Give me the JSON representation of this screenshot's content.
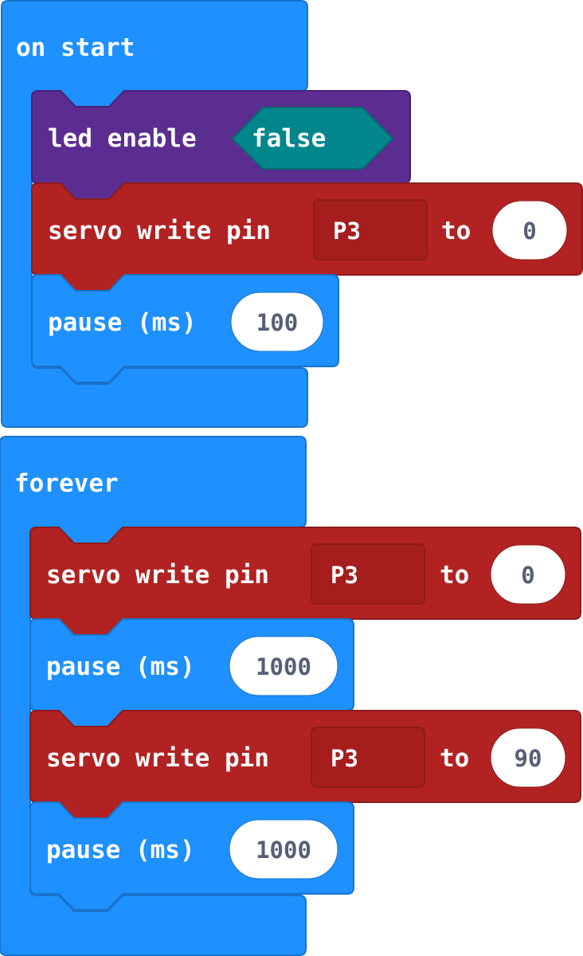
{
  "colors": {
    "basic": "#1e90ff",
    "basic_edge": "#1873cc",
    "led": "#5c2d91",
    "led_edge": "#47217a",
    "servo": "#b22222",
    "servo_edge": "#8e1b1b",
    "logic_bool": "#00868b",
    "value_text": "#575e75"
  },
  "on_start": {
    "hat_label": "on start",
    "led_enable": {
      "label": "led enable",
      "value": "false"
    },
    "servo": {
      "label": "servo write pin",
      "pin": "P3",
      "to_label": "to",
      "value": "0"
    },
    "pause": {
      "label": "pause (ms)",
      "value": "100"
    }
  },
  "forever": {
    "hat_label": "forever",
    "servo_1": {
      "label": "servo write pin",
      "pin": "P3",
      "to_label": "to",
      "value": "0"
    },
    "pause_1": {
      "label": "pause (ms)",
      "value": "1000"
    },
    "servo_2": {
      "label": "servo write pin",
      "pin": "P3",
      "to_label": "to",
      "value": "90"
    },
    "pause_2": {
      "label": "pause (ms)",
      "value": "1000"
    }
  }
}
